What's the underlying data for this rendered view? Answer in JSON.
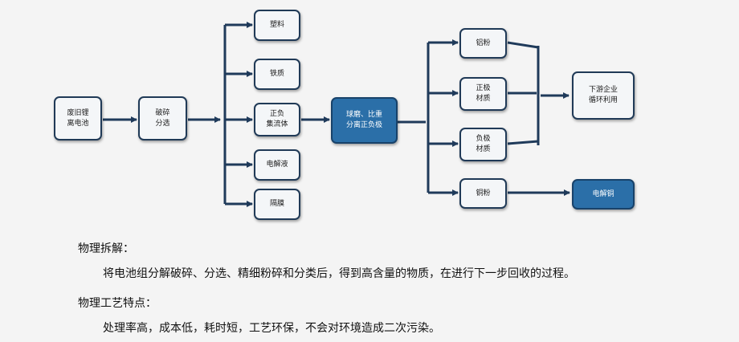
{
  "nodes": {
    "battery": "废旧锂\n离电池",
    "crush": "破碎\n分选",
    "plastic": "塑料",
    "iron": "铁质",
    "collector": "正负\n集流体",
    "electrolyte": "电解液",
    "separator": "隔膜",
    "ballmill": "球磨、比重\n分离正负极",
    "aluminum": "铝粉",
    "cathode": "正极\n材质",
    "anode": "负极\n材质",
    "copper": "铜粉",
    "downstream": "下游企业\n循环利用",
    "elec_copper": "电解铜"
  },
  "text": {
    "heading1": "物理拆解：",
    "para1": "将电池组分解破碎、分选、精细粉碎和分类后，得到高含量的物质，在进行下一步回收的过程。",
    "heading2": "物理工艺特点：",
    "para2": "处理率高，成本低，耗时短，工艺环保，不会对环境造成二次污染。"
  },
  "colors": {
    "arrow": "#1f3a5a",
    "node_border": "#203a57",
    "highlight_fill": "#2b6fa8"
  }
}
